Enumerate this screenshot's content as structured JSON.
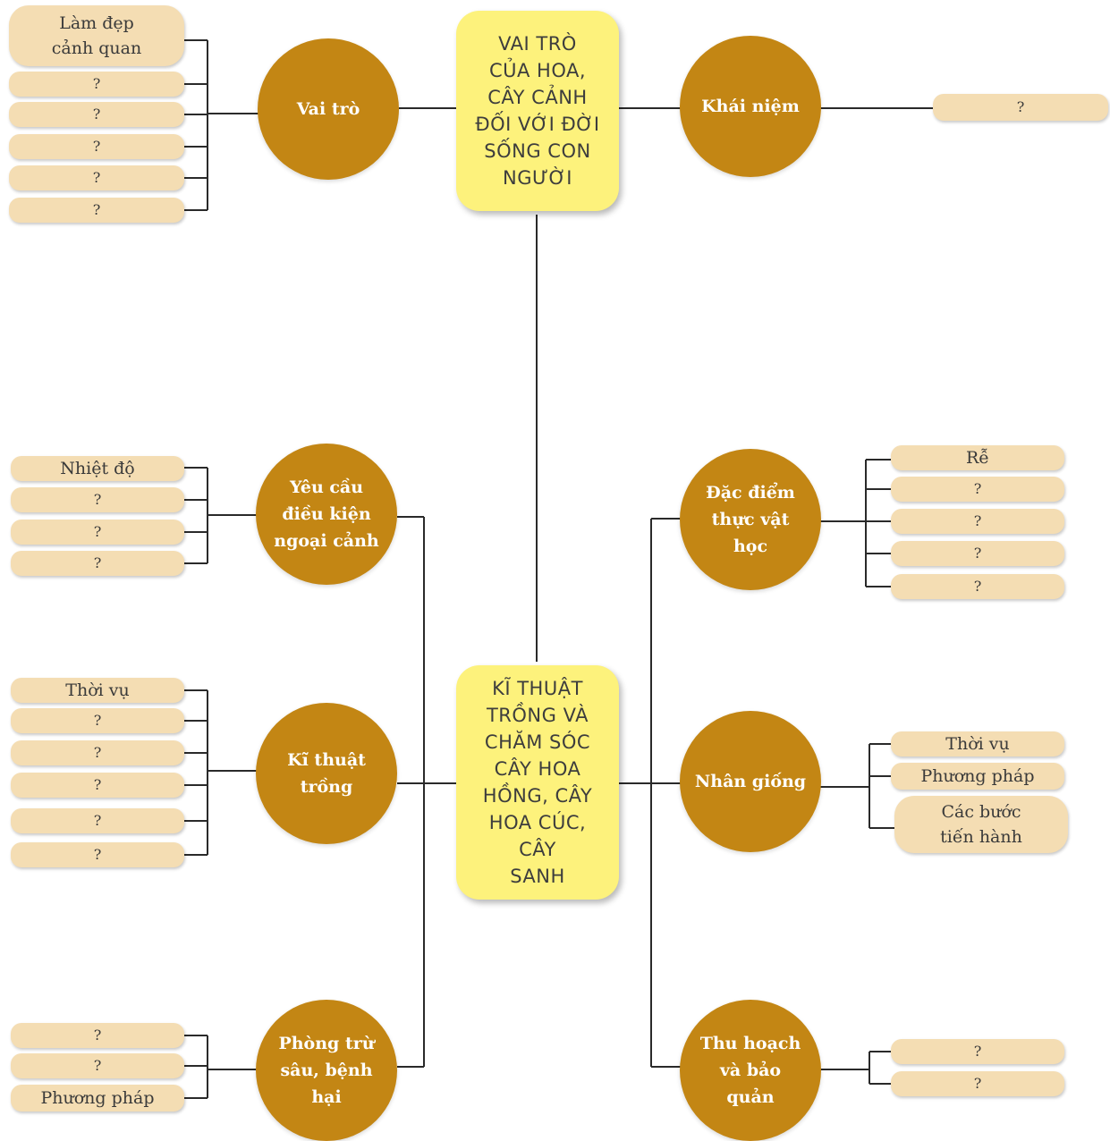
{
  "title": "VAI TRÒ CỦA HOA, CÂY CẢNH ĐỐI VỚI ĐỜI SỐNG CON NGƯỜI",
  "colors": {
    "circle": "#c38614",
    "pill": "#f4ddb3",
    "center": "#fdf27c",
    "line": "#2a2a2a"
  },
  "top_center": "VAI TRÒ\nCỦA HOA,\nCÂY CẢNH\nĐỐI VỚI ĐỜI\nSỐNG CON\nNGƯỜI",
  "bottom_center": "KĨ THUẬT\nTRỒNG VÀ\nCHĂM SÓC\nCÂY HOA\nHỒNG, CÂY\nHOA CÚC,\nCÂY\nSANH",
  "vai_tro": {
    "title": "Vai trò",
    "items": [
      "Làm đẹp\ncảnh quan",
      "?",
      "?",
      "?",
      "?",
      "?"
    ]
  },
  "khai_niem": {
    "title": "Khái niệm",
    "items": [
      "?"
    ]
  },
  "yeu_cau": {
    "title": "Yêu cầu\nđiều kiện\nngoại cảnh",
    "items": [
      "Nhiệt độ",
      "?",
      "?",
      "?"
    ]
  },
  "ki_thuat_trong": {
    "title": "Kĩ thuật\ntrồng",
    "items": [
      "Thời vụ",
      "?",
      "?",
      "?",
      "?",
      "?"
    ]
  },
  "phong_tru": {
    "title": "Phòng trừ\nsâu, bệnh\nhại",
    "items": [
      "?",
      "?",
      "Phương pháp"
    ]
  },
  "dac_diem": {
    "title": "Đặc điểm\nthực vật học",
    "items": [
      "Rễ",
      "?",
      "?",
      "?",
      "?"
    ]
  },
  "nhan_giong": {
    "title": "Nhân giống",
    "items": [
      "Thời vụ",
      "Phương pháp",
      "Các bước\ntiến hành"
    ]
  },
  "thu_hoach": {
    "title": "Thu hoạch\nvà bảo quản",
    "items": [
      "?",
      "?"
    ]
  }
}
